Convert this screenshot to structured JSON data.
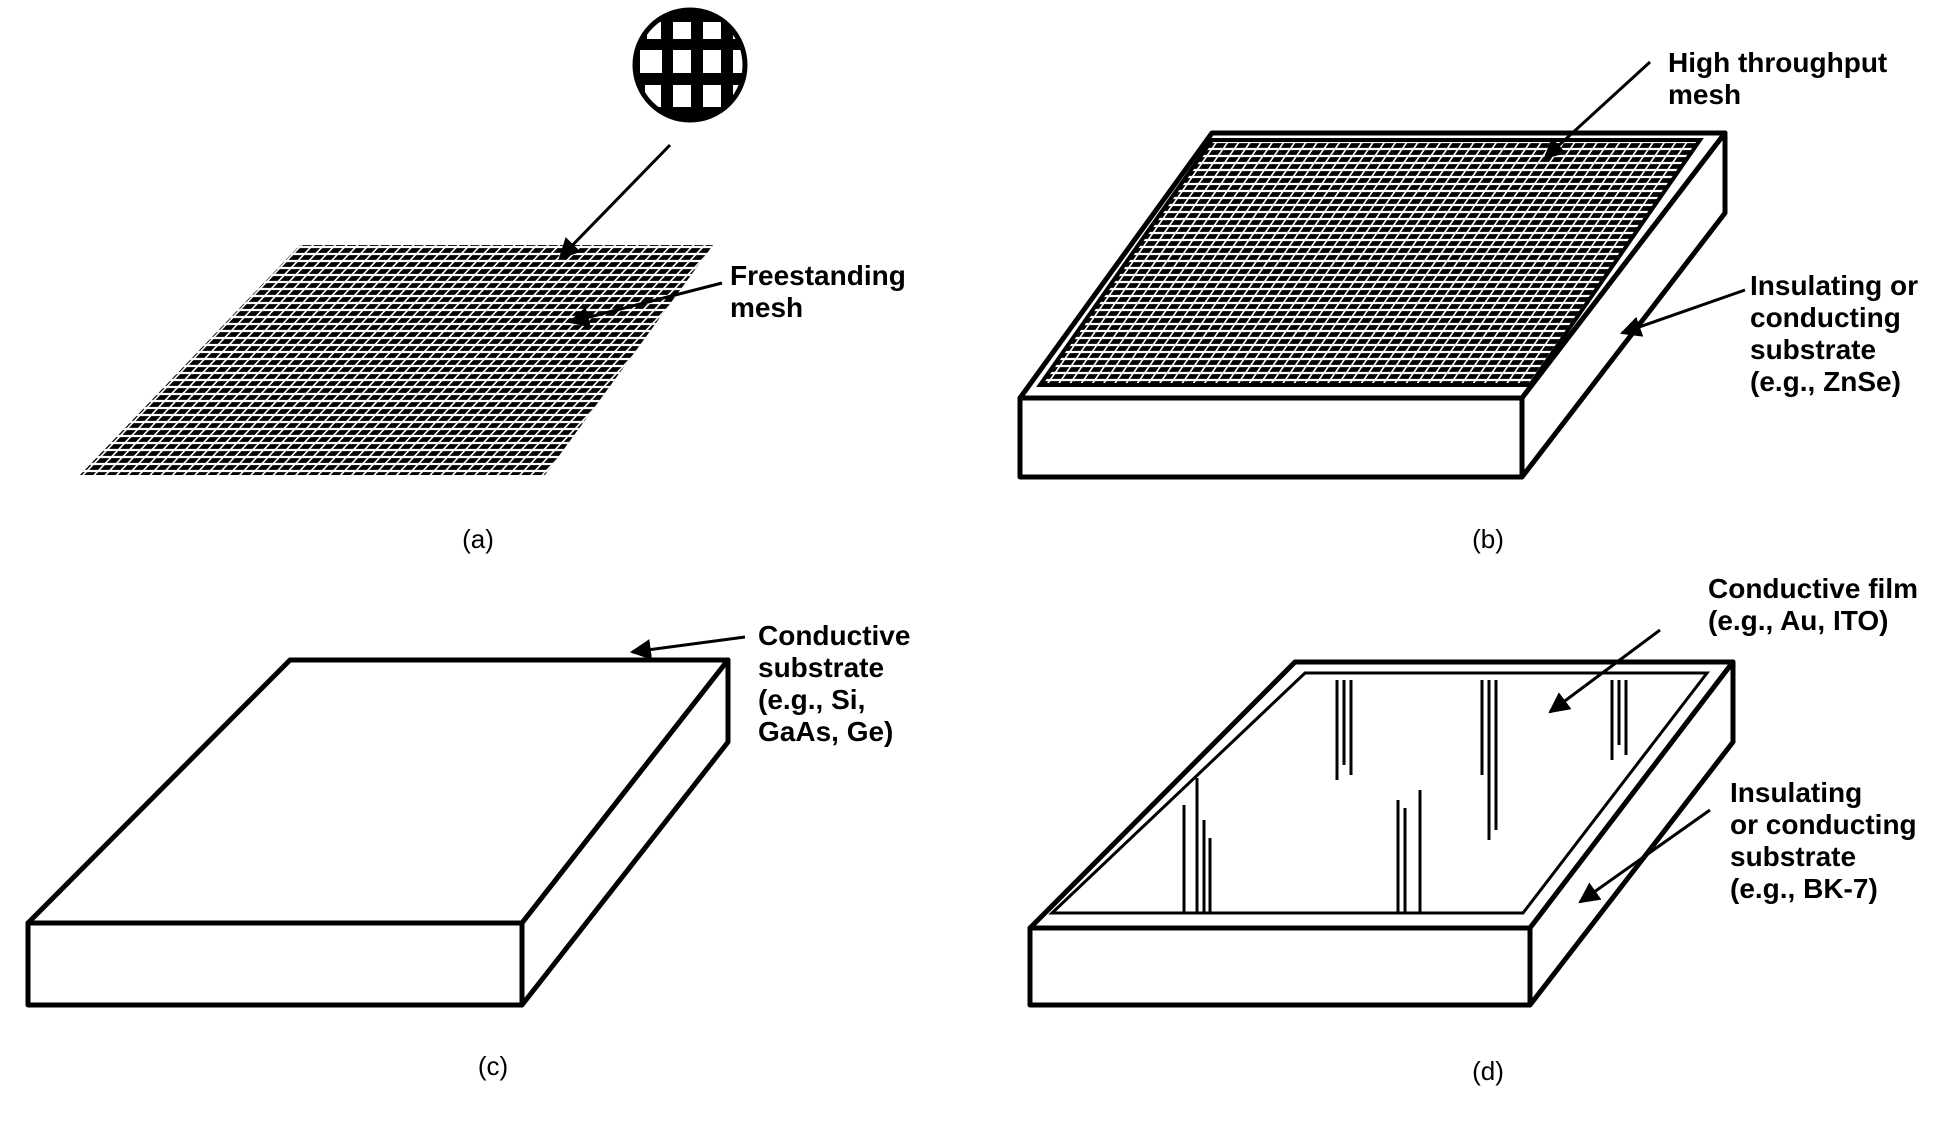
{
  "panels": {
    "a": {
      "caption": "(a)",
      "label": [
        "Freestanding",
        "mesh"
      ]
    },
    "b": {
      "caption": "(b)",
      "mesh_label": [
        "High throughput",
        "mesh"
      ],
      "substrate_label": [
        "Insulating or",
        "conducting",
        "substrate",
        "(e.g., ZnSe)"
      ]
    },
    "c": {
      "caption": "(c)",
      "label": [
        "Conductive",
        "substrate",
        "(e.g., Si,",
        "GaAs, Ge)"
      ]
    },
    "d": {
      "caption": "(d)",
      "film_label": [
        "Conductive film",
        "(e.g., Au, ITO)"
      ],
      "substrate_label": [
        "Insulating",
        "or conducting",
        "substrate",
        "(e.g., BK-7)"
      ]
    }
  },
  "colors": {
    "ink": "#000000",
    "paper": "#ffffff"
  }
}
